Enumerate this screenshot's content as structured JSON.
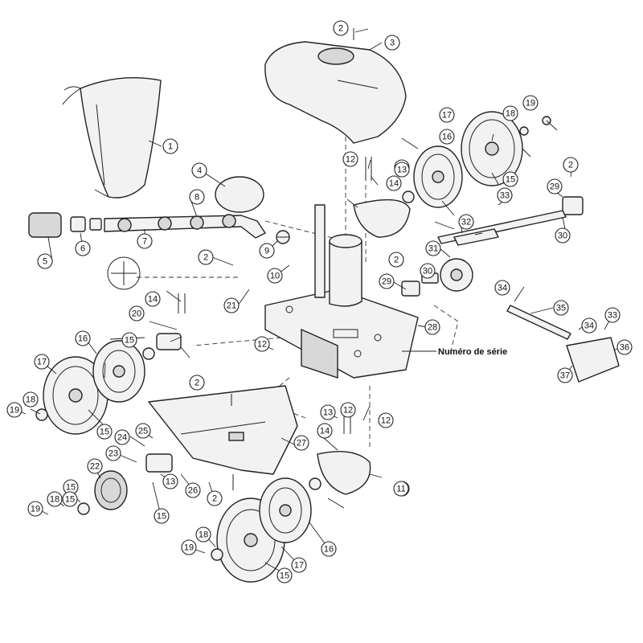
{
  "serial_label": "Numéro de série",
  "callouts": [
    "2",
    "3",
    "1",
    "17",
    "18",
    "19",
    "16",
    "15",
    "12",
    "13",
    "14",
    "11",
    "4",
    "8",
    "29",
    "33",
    "2",
    "32",
    "30",
    "5",
    "6",
    "7",
    "9",
    "10",
    "31",
    "2",
    "12",
    "13",
    "21",
    "14",
    "20",
    "29",
    "30",
    "2",
    "34",
    "35",
    "33",
    "34",
    "36",
    "37",
    "28",
    "12",
    "16",
    "17",
    "15",
    "18",
    "19",
    "15",
    "2",
    "13",
    "14",
    "12",
    "11",
    "24",
    "25",
    "23",
    "22",
    "15",
    "19",
    "18",
    "15",
    "13",
    "26",
    "2",
    "27",
    "18",
    "19",
    "15",
    "17",
    "16",
    "15"
  ]
}
